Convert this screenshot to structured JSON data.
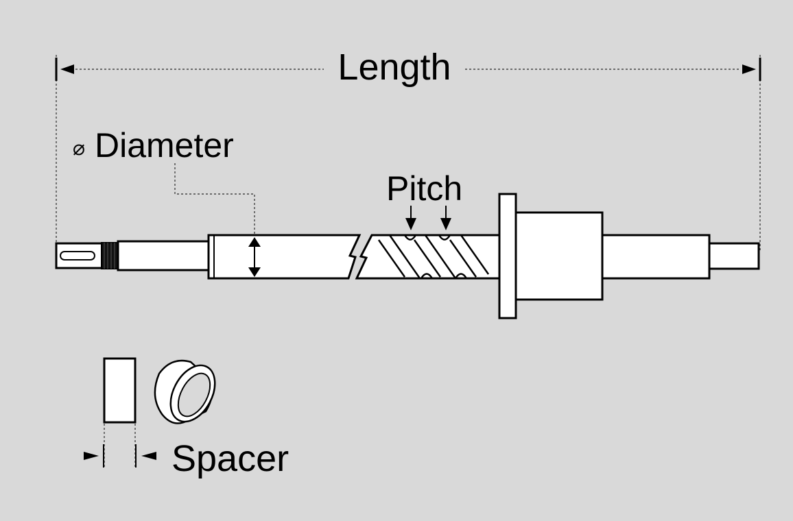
{
  "labels": {
    "length": "Length",
    "diameter_symbol": "⌀",
    "diameter": "Diameter",
    "pitch": "Pitch",
    "spacer": "Spacer"
  },
  "colors": {
    "background": "#d9d9d9",
    "part_fill": "#ffffff",
    "outline": "#000000",
    "dimension_line": "#444444"
  }
}
